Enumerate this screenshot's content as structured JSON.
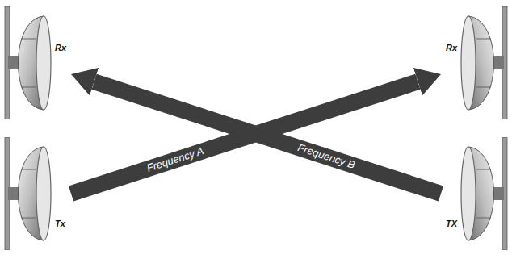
{
  "diagram": {
    "nodes": [
      {
        "text": [
          "Rx"
        ]
      },
      {
        "text": [
          "Rx"
        ]
      },
      {
        "text": [
          "Tx"
        ]
      },
      {
        "text": [
          "TX"
        ]
      }
    ],
    "edges": [
      {
        "from": 2,
        "to": 1,
        "arrow": "to",
        "label": "Frequency A"
      },
      {
        "from": 3,
        "to": 0,
        "arrow": "to",
        "label": "Frequency B"
      }
    ]
  }
}
